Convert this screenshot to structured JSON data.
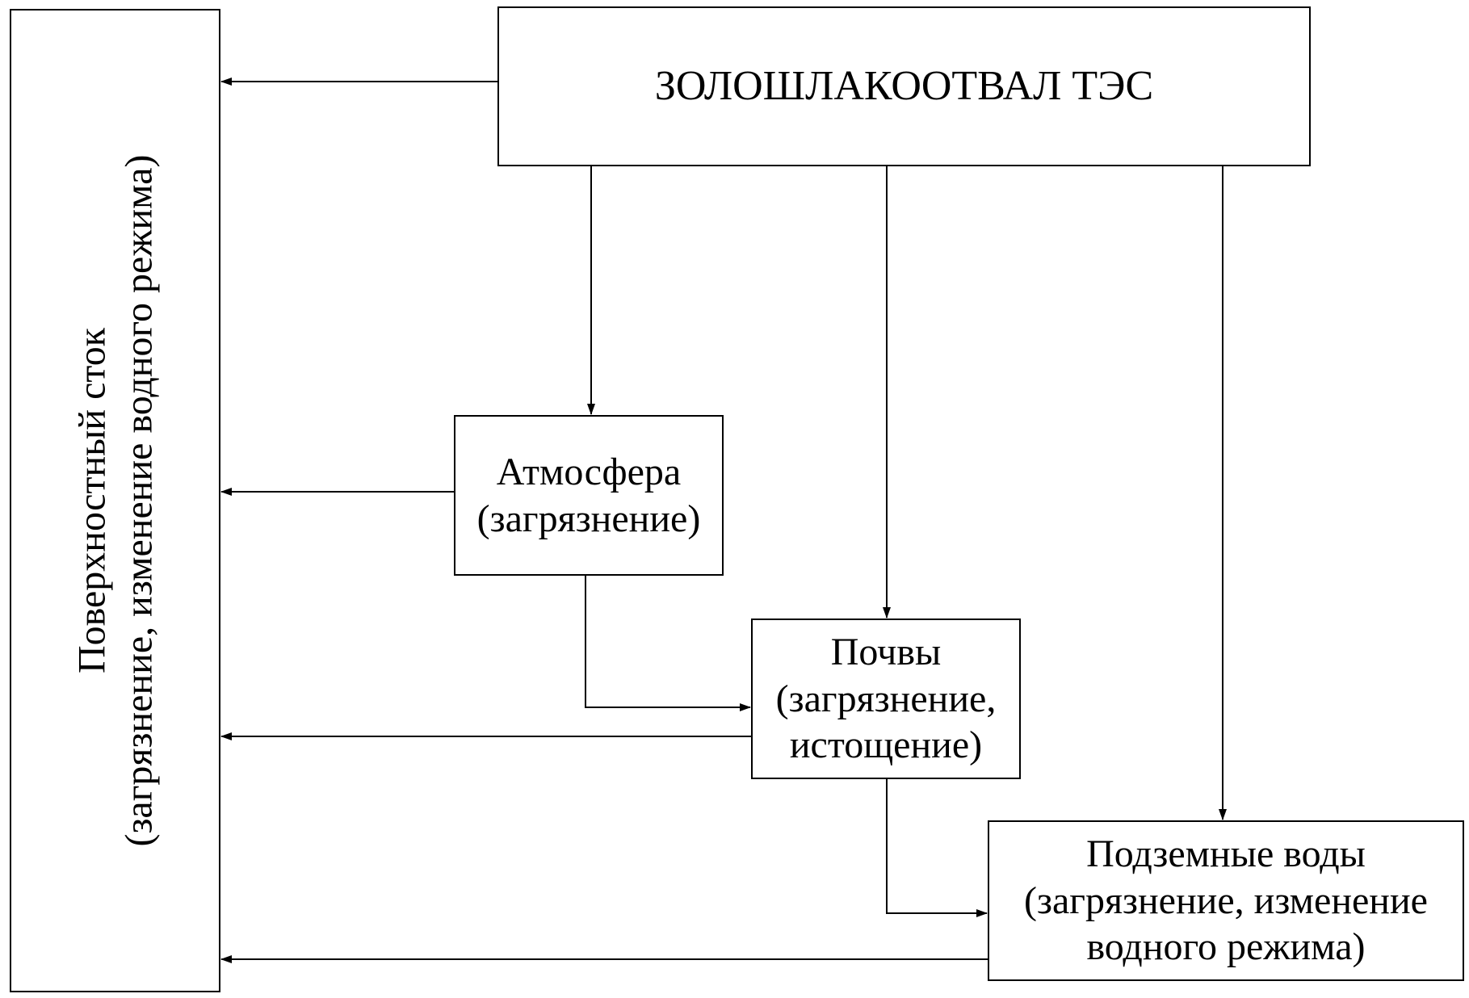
{
  "nodes": {
    "source": {
      "label": "ЗОЛОШЛАКООТВАЛ ТЭС"
    },
    "atmosphere": {
      "line1": "Атмосфера",
      "line2": "(загрязнение)"
    },
    "soil": {
      "line1": "Почвы",
      "line2": "(загрязнение,",
      "line3": "истощение)"
    },
    "groundwater": {
      "line1": "Подземные воды",
      "line2": "(загрязнение, изменение",
      "line3": "водного режима)"
    },
    "surface_runoff": {
      "line1": "Поверхностный сток",
      "line2": "(загрязнение, изменение водного режима)"
    }
  },
  "edges": [
    {
      "from": "ЗОЛОШЛАКООТВАЛ ТЭС",
      "to": "Поверхностный сток"
    },
    {
      "from": "ЗОЛОШЛАКООТВАЛ ТЭС",
      "to": "Атмосфера"
    },
    {
      "from": "ЗОЛОШЛАКООТВАЛ ТЭС",
      "to": "Почвы"
    },
    {
      "from": "ЗОЛОШЛАКООТВАЛ ТЭС",
      "to": "Подземные воды"
    },
    {
      "from": "Атмосфера",
      "to": "Поверхностный сток"
    },
    {
      "from": "Атмосфера",
      "to": "Почвы"
    },
    {
      "from": "Почвы",
      "to": "Поверхностный сток"
    },
    {
      "from": "Почвы",
      "to": "Подземные воды"
    },
    {
      "from": "Подземные воды",
      "to": "Поверхностный сток"
    }
  ],
  "colors": {
    "line": "#000000",
    "background": "#ffffff"
  }
}
